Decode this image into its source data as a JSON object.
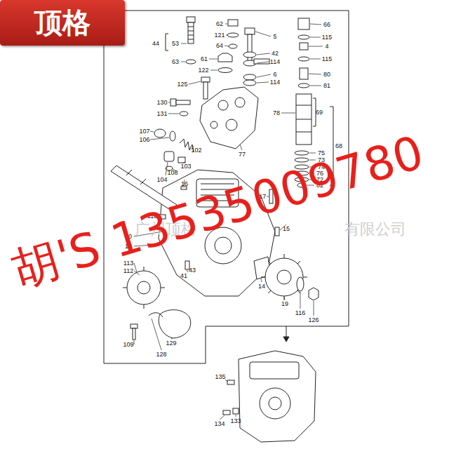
{
  "diagram": {
    "nodes": [
      {
        "text": [
          "顶格"
        ]
      }
    ],
    "edges": [],
    "labels": [
      "44",
      "53",
      "63",
      "62",
      "121",
      "64",
      "5",
      "42",
      "114",
      "6",
      "114",
      "61",
      "122",
      "125",
      "66",
      "115",
      "4",
      "115",
      "80",
      "81",
      "130",
      "131",
      "78",
      "69",
      "68",
      "107",
      "106",
      "102",
      "77",
      "103",
      "108",
      "104",
      "75",
      "73",
      "74",
      "76",
      "72",
      "82",
      "16",
      "117",
      "118",
      "15",
      "80",
      "12",
      "113",
      "112",
      "41",
      "43",
      "14",
      "19",
      "116",
      "126",
      "109",
      "129",
      "128",
      "135",
      "134",
      "133",
      "广州顶格",
      "有限公司",
      "胡'S 13535009780"
    ]
  }
}
